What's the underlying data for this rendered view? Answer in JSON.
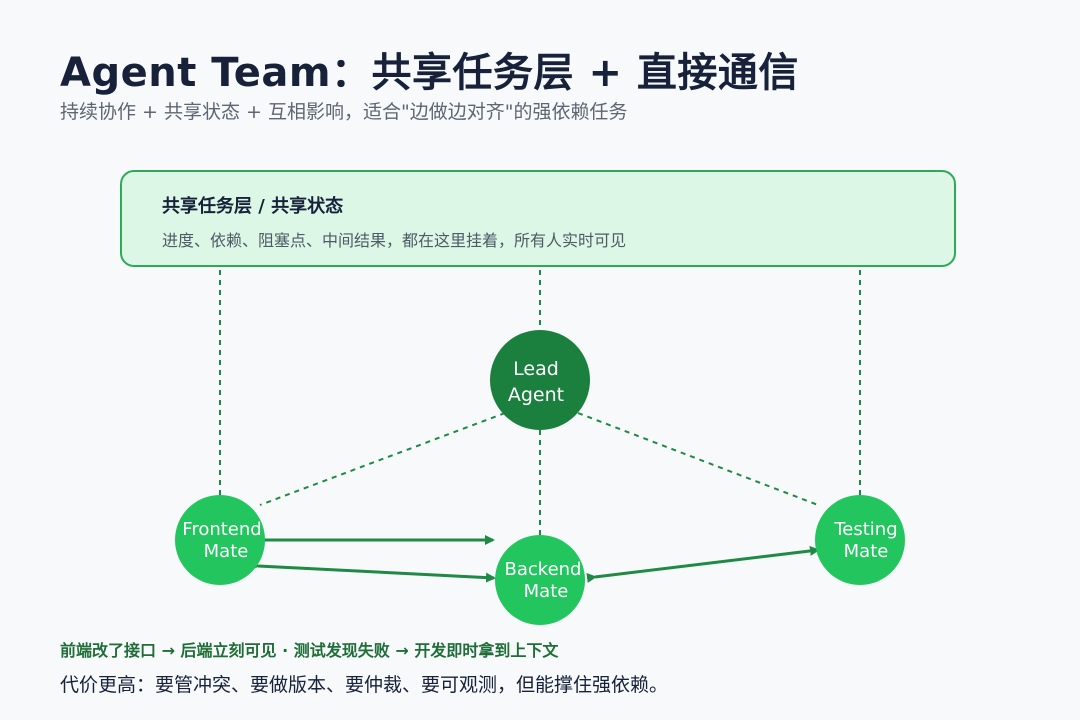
{
  "header": {
    "title": "Agent Team：共享任务层 + 直接通信",
    "subtitle": "持续协作 + 共享状态 + 互相影响，适合\"边做边对齐\"的强依赖任务"
  },
  "shared_layer": {
    "title": "共享任务层 / 共享状态",
    "description": "进度、依赖、阻塞点、中间结果，都在这里挂着，所有人实时可见"
  },
  "nodes": {
    "lead": {
      "line1": "Lead",
      "line2": "Agent"
    },
    "frontend": {
      "line1": "Frontend",
      "line2": "Mate"
    },
    "backend": {
      "line1": "Backend",
      "line2": "Mate"
    },
    "testing": {
      "line1": "Testing",
      "line2": "Mate"
    }
  },
  "footer": {
    "flow_note": "前端改了接口 → 后端立刻可见 · 测试发现失败 → 开发即时拿到上下文",
    "cost_note": "代价更高：要管冲突、要做版本、要仲裁、要可观测，但能撑住强依赖。"
  },
  "colors": {
    "lead": "#1b7f3e",
    "mate": "#22c55e",
    "line": "#1f8a44",
    "box_fill": "#dcf7e6",
    "box_border": "#2daa55"
  }
}
